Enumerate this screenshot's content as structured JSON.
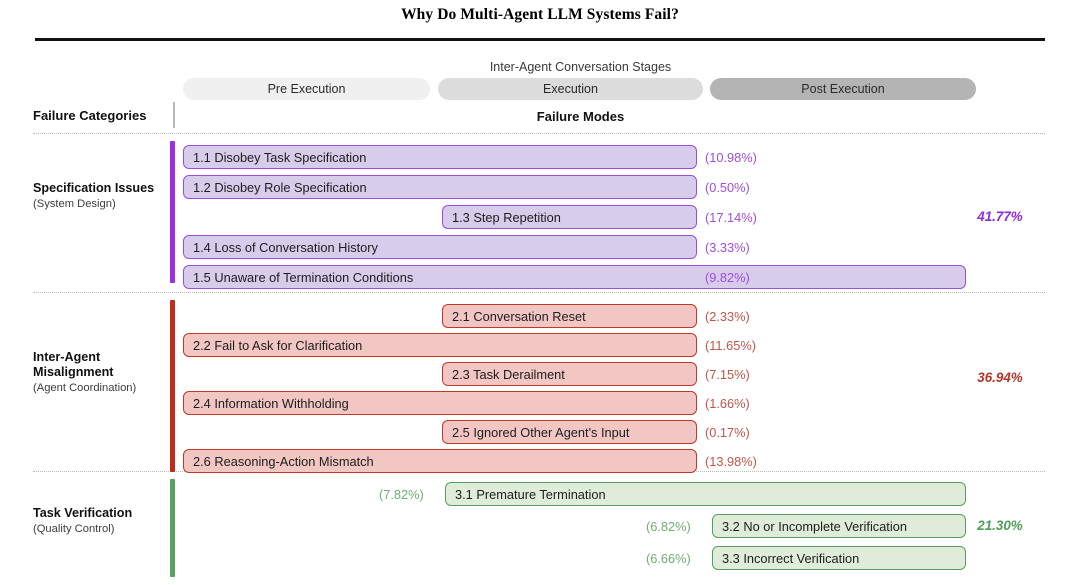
{
  "title": "Why Do Multi-Agent LLM Systems Fail?",
  "header": {
    "stages_caption": "Inter-Agent Conversation Stages",
    "failure_categories_label": "Failure Categories",
    "failure_modes_label": "Failure Modes",
    "stages": [
      {
        "label": "Pre Execution"
      },
      {
        "label": "Execution"
      },
      {
        "label": "Post Execution"
      }
    ]
  },
  "chart_data": {
    "type": "bar",
    "title": "Why Do Multi-Agent LLM Systems Fail?",
    "xlabel": "Inter-Agent Conversation Stages",
    "ylabel": "Failure Modes",
    "grid": false,
    "legend": "none",
    "stage_axis": [
      "Pre Execution",
      "Execution",
      "Post Execution"
    ],
    "categories": [
      {
        "id": "1",
        "name": "Specification Issues",
        "subtitle": "(System Design)",
        "total": "41.77%",
        "total_value": 41.77,
        "color": "#8a2be2",
        "items": [
          {
            "code": "1.1",
            "label": "1.1 Disobey Task Specification",
            "pct": "(10.98%)",
            "value": 10.98,
            "start_stage": "Pre Execution",
            "end_stage": "Execution"
          },
          {
            "code": "1.2",
            "label": "1.2 Disobey Role Specification",
            "pct": "(0.50%)",
            "value": 0.5,
            "start_stage": "Pre Execution",
            "end_stage": "Execution"
          },
          {
            "code": "1.3",
            "label": "1.3 Step Repetition",
            "pct": "(17.14%)",
            "value": 17.14,
            "start_stage": "Execution",
            "end_stage": "Execution"
          },
          {
            "code": "1.4",
            "label": "1.4 Loss of Conversation History",
            "pct": "(3.33%)",
            "value": 3.33,
            "start_stage": "Pre Execution",
            "end_stage": "Execution"
          },
          {
            "code": "1.5",
            "label": "1.5 Unaware of Termination Conditions",
            "pct": "(9.82%)",
            "value": 9.82,
            "start_stage": "Pre Execution",
            "end_stage": "Post Execution"
          }
        ]
      },
      {
        "id": "2",
        "name": "Inter-Agent Misalignment",
        "subtitle": "(Agent Coordination)",
        "total": "36.94%",
        "total_value": 36.94,
        "color": "#b63528",
        "items": [
          {
            "code": "2.1",
            "label": "2.1 Conversation Reset",
            "pct": "(2.33%)",
            "value": 2.33,
            "start_stage": "Execution",
            "end_stage": "Execution"
          },
          {
            "code": "2.2",
            "label": "2.2 Fail to Ask for Clarification",
            "pct": "(11.65%)",
            "value": 11.65,
            "start_stage": "Pre Execution",
            "end_stage": "Execution"
          },
          {
            "code": "2.3",
            "label": "2.3 Task Derailment",
            "pct": "(7.15%)",
            "value": 7.15,
            "start_stage": "Execution",
            "end_stage": "Execution"
          },
          {
            "code": "2.4",
            "label": "2.4 Information Withholding",
            "pct": "(1.66%)",
            "value": 1.66,
            "start_stage": "Pre Execution",
            "end_stage": "Execution"
          },
          {
            "code": "2.5",
            "label": "2.5 Ignored Other Agent's Input",
            "pct": "(0.17%)",
            "value": 0.17,
            "start_stage": "Execution",
            "end_stage": "Execution"
          },
          {
            "code": "2.6",
            "label": "2.6 Reasoning-Action Mismatch",
            "pct": "(13.98%)",
            "value": 13.98,
            "start_stage": "Pre Execution",
            "end_stage": "Execution"
          }
        ]
      },
      {
        "id": "3",
        "name": "Task Verification",
        "subtitle": "(Quality Control)",
        "total": "21.30%",
        "total_value": 21.3,
        "color": "#4f9e57",
        "items": [
          {
            "code": "3.1",
            "label": "3.1  Premature Termination",
            "pct": "(7.82%)",
            "value": 7.82,
            "start_stage": "Execution",
            "end_stage": "Post Execution"
          },
          {
            "code": "3.2",
            "label": "3.2 No or Incomplete Verification",
            "pct": "(6.82%)",
            "value": 6.82,
            "start_stage": "Post Execution",
            "end_stage": "Post Execution"
          },
          {
            "code": "3.3",
            "label": "3.3 Incorrect Verification",
            "pct": "(6.66%)",
            "value": 6.66,
            "start_stage": "Post Execution",
            "end_stage": "Post Execution"
          }
        ]
      }
    ]
  }
}
